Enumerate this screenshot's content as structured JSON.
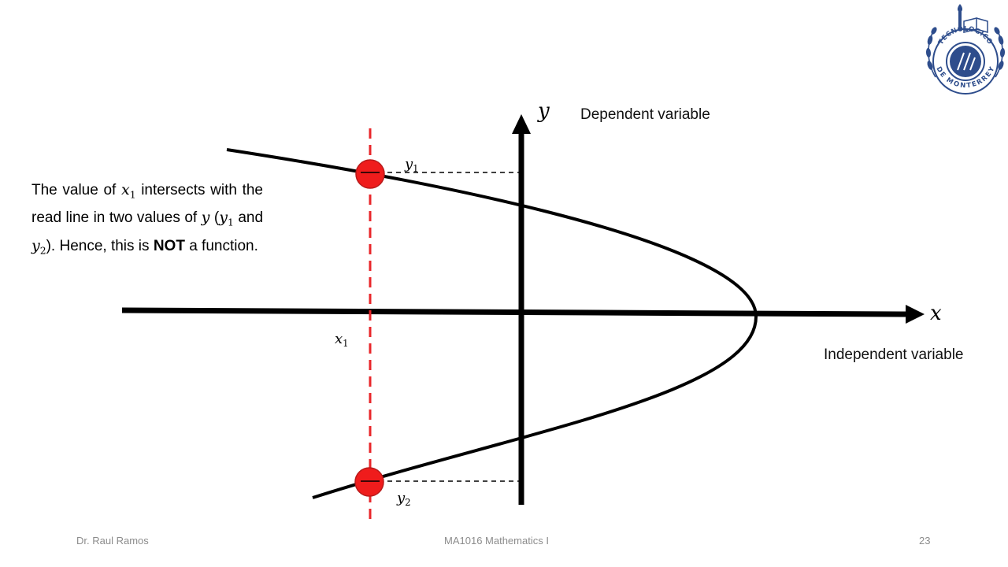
{
  "diagram": {
    "y_axis_symbol": "y",
    "x_axis_symbol": "x",
    "y_axis_description": "Dependent variable",
    "x_axis_description": "Independent variable",
    "point_labels": {
      "x1": {
        "base": "x",
        "sub": "1"
      },
      "y1": {
        "base": "y",
        "sub": "1"
      },
      "y2": {
        "base": "y",
        "sub": "2"
      }
    },
    "colors": {
      "curve": "#000000",
      "axes": "#000000",
      "vertical_line": "#e8262a",
      "points": "#ef1c1c",
      "logo": "#2e4d8c"
    }
  },
  "explanation": {
    "line1_prefix": "The value of",
    "x_var": "x",
    "x_sub": "1",
    "line1_suffix": "intersects with the read line in two values of",
    "y_var": "y",
    "paren_open": "(",
    "y1_var": "y",
    "y1_sub": "1",
    "and_word": "and",
    "y2_var": "y",
    "y2_sub": "2",
    "paren_close": ").",
    "hence_text": "Hence, this is",
    "not_word": "NOT",
    "function_text": "a function."
  },
  "logo": {
    "icon": "university-seal-icon",
    "text_top": "TECNOLOGICO",
    "text_bottom": "DE MONTERREY"
  },
  "footer": {
    "author": "Dr. Raul Ramos",
    "course": "MA1016 Mathematics I",
    "page_number": "23"
  }
}
